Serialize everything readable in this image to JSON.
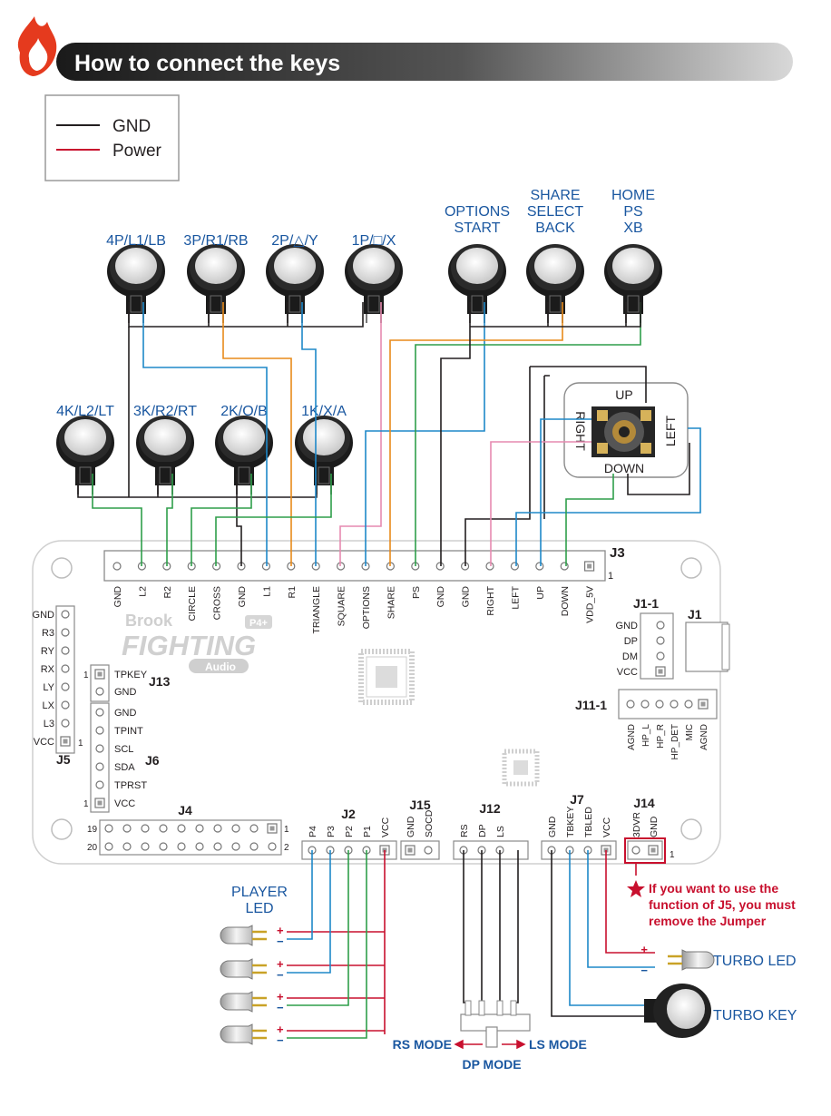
{
  "header": {
    "title": "How to connect the keys"
  },
  "legend": [
    {
      "label": "GND",
      "color": "#231f20"
    },
    {
      "label": "Power",
      "color": "#c8102e"
    }
  ],
  "colors": {
    "wire_black": "#231f20",
    "wire_red": "#c8102e",
    "wire_blue": "#1e88c8",
    "wire_green": "#2e9e4a",
    "wire_orange": "#e88a1a",
    "wire_pink": "#e68ab0",
    "label_blue": "#1a57a0",
    "note_red": "#c8102e"
  },
  "buttons_top": [
    {
      "label": "4P/L1/LB"
    },
    {
      "label": "3P/R1/RB"
    },
    {
      "label": "2P/△/Y"
    },
    {
      "label": "1P/□/X"
    }
  ],
  "buttons_func": [
    {
      "lines": [
        "OPTIONS",
        "START"
      ]
    },
    {
      "lines": [
        "SHARE",
        "SELECT",
        "BACK"
      ]
    },
    {
      "lines": [
        "HOME",
        "PS",
        "XB"
      ]
    }
  ],
  "buttons_bottom": [
    {
      "label": "4K/L2/LT"
    },
    {
      "label": "3K/R2/RT"
    },
    {
      "label": "2K/O/B"
    },
    {
      "label": "1K/X/A"
    }
  ],
  "joystick": {
    "up": "UP",
    "down": "DOWN",
    "left": "LEFT",
    "right": "RIGHT"
  },
  "j3": {
    "name": "J3",
    "pin1": "1",
    "pins": [
      "GND",
      "L2",
      "R2",
      "CIRCLE",
      "CROSS",
      "GND",
      "L1",
      "R1",
      "TRIANGLE",
      "SQUARE",
      "OPTIONS",
      "SHARE",
      "PS",
      "GND",
      "GND",
      "RIGHT",
      "LEFT",
      "UP",
      "DOWN",
      "VDD_5V"
    ]
  },
  "j5": {
    "name": "J5",
    "pin1": "1",
    "pins": [
      "GND",
      "R3",
      "RY",
      "RX",
      "LY",
      "LX",
      "L3",
      "VCC"
    ]
  },
  "j13": {
    "name": "J13",
    "pin1": "1",
    "pins": [
      "TPKEY",
      "GND"
    ]
  },
  "j6": {
    "name": "J6",
    "pin1": "1",
    "pins": [
      "GND",
      "TPINT",
      "SCL",
      "SDA",
      "TPRST",
      "VCC"
    ]
  },
  "j4": {
    "name": "J4",
    "row_a_left": "19",
    "row_b_left": "20",
    "row_a_right": "1",
    "row_b_right": "2"
  },
  "j1_1": {
    "name": "J1-1",
    "pins": [
      "GND",
      "DP",
      "DM",
      "VCC"
    ]
  },
  "j1": {
    "name": "J1"
  },
  "j11_1": {
    "name": "J11-1",
    "pins": [
      "AGND",
      "HP_L",
      "HP_R",
      "HP_DET",
      "MIC",
      "AGND"
    ]
  },
  "j2": {
    "name": "J2",
    "pins": [
      "P4",
      "P3",
      "P2",
      "P1",
      "VCC"
    ]
  },
  "j15": {
    "name": "J15",
    "pins": [
      "GND",
      "SOCD"
    ]
  },
  "j12": {
    "name": "J12",
    "pins": [
      "RS",
      "DP",
      "LS"
    ]
  },
  "j7": {
    "name": "J7",
    "pins": [
      "GND",
      "TBKEY",
      "TBLED",
      "VCC"
    ]
  },
  "j14": {
    "name": "J14",
    "pins": [
      "3DVR",
      "GND"
    ],
    "pin1": "1"
  },
  "logo": {
    "line1": "Brook",
    "line2": "FIGHTING",
    "line3": "Audio",
    "badge": "P4+"
  },
  "note": {
    "lines": [
      "If you want to use the",
      "function of J5, you must",
      "remove the Jumper"
    ]
  },
  "player_led": {
    "lines": [
      "PLAYER",
      "LED"
    ]
  },
  "turbo_led": "TURBO LED",
  "turbo_key": "TURBO KEY",
  "mode_labels": {
    "rs": "RS MODE",
    "ls": "LS MODE",
    "dp": "DP MODE"
  },
  "plus": "+",
  "minus": "−"
}
